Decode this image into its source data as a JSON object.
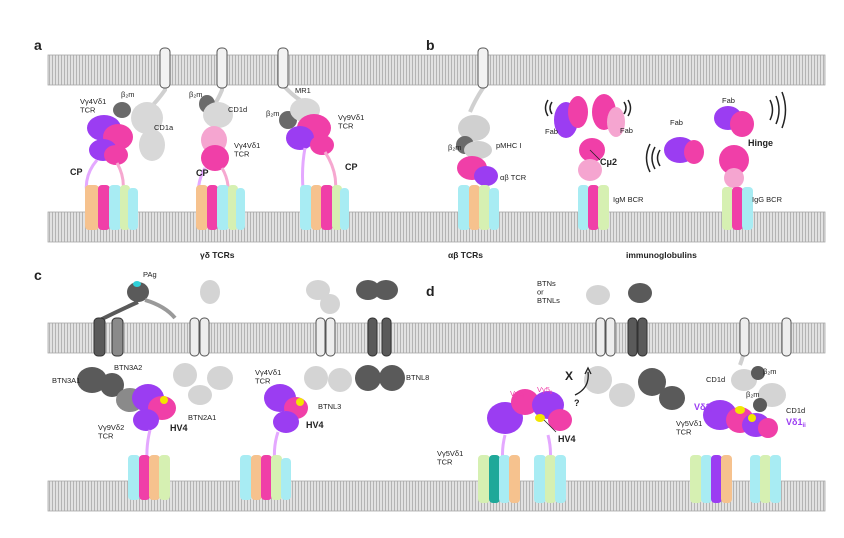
{
  "panels": {
    "a": "a",
    "b": "b",
    "c": "c",
    "d": "d"
  },
  "panel_a": {
    "cx1": {
      "tcr": "Vγ4Vδ1\nTCR",
      "b2m": "β₂m",
      "ligand": "CD1a",
      "cp": "CP"
    },
    "cx2": {
      "b2m": "β₂m",
      "ligand": "CD1d",
      "tcr": "Vγ4Vδ1\nTCR",
      "cp": "CP"
    },
    "cx3": {
      "b2m": "β₂m",
      "ligand": "MR1",
      "tcr": "Vγ9Vδ1\nTCR",
      "cp": "CP"
    },
    "footer": "γδ TCRs"
  },
  "panel_b": {
    "ab": {
      "b2m": "β₂m",
      "ligand": "pMHC I",
      "tcr": "αβ TCR",
      "footer": "αβ TCRs"
    },
    "igm": {
      "fab_left": "Fab",
      "fab_right": "Fab",
      "domain": "Cμ2",
      "receptor": "IgM BCR"
    },
    "igg": {
      "fab_left": "Fab",
      "fab_top": "Fab",
      "hinge": "Hinge",
      "receptor": "IgG BCR"
    },
    "footer": "immunoglobulins"
  },
  "panel_c": {
    "pag": "PAg",
    "btn3a1": "BTN3A1",
    "btn3a2": "BTN3A2",
    "btn2a1": "BTN2A1",
    "tcr1": "Vγ9Vδ2\nTCR",
    "hv4_1": "HV4",
    "tcr2": "Vγ4Vδ1\nTCR",
    "btnl3": "BTNL3",
    "hv4_2": "HV4",
    "btnl8": "BTNL8"
  },
  "panel_d": {
    "btns": "BTNs\nor\nBTNLs",
    "x_mark": "X",
    "q_mark": "?",
    "vg5_1": "Vγ5",
    "vg5_1_sub": "i",
    "vg5_2": "Vγ5",
    "vg5_2_sub": "ii",
    "hv4": "HV4",
    "tcr_left": "Vγ5Vδ1\nTCR",
    "cd1d_1": "CD1d",
    "b2m_1": "β₂m",
    "b2m_2": "β₂m",
    "vd1_1": "Vδ1",
    "vd1_1_sub": "i",
    "cd1d_2": "CD1d",
    "vd1_2": "Vδ1",
    "vd1_2_sub": "ii",
    "tcr_right": "Vγ5Vδ1\nTCR"
  },
  "colors": {
    "membrane": "#c8c8c8",
    "membrane_dark": "#8e8e8e",
    "tcr_gamma": "#9b3df2",
    "tcr_delta": "#f03fa8",
    "cd3_cyan": "#a8ecf3",
    "cd3_orange": "#f6c28e",
    "cd3_green": "#d6f0b2",
    "btn_dark": "#5a5a5a",
    "btn_light": "#d4d4d4",
    "hv4_yellow": "#f2e600",
    "pag_cyan": "#2fd0d8"
  }
}
